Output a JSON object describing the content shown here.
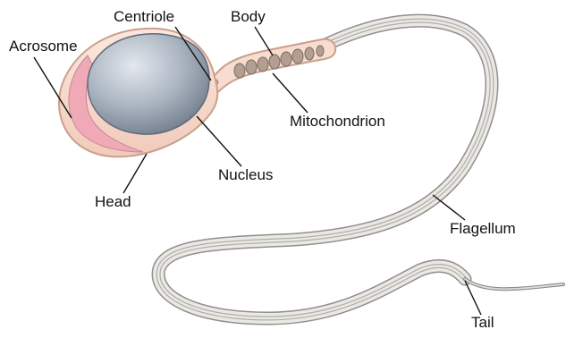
{
  "labels": {
    "centriole": "Centriole",
    "body": "Body",
    "acrosome": "Acrosome",
    "mitochondrion": "Mitochondrion",
    "nucleus": "Nucleus",
    "head": "Head",
    "flagellum": "Flagellum",
    "tail": "Tail"
  },
  "colors": {
    "cell_fill": "#f7dccf",
    "cell_outline": "#c9a08c",
    "acrosome": "#f0a9b7",
    "nucleus": "#9aa6b6",
    "flagellum_fill": "#ece9e4",
    "flagellum_stroke": "#8f8f8f",
    "mitochondria": "#9c8a80",
    "leader_line": "#111111"
  }
}
